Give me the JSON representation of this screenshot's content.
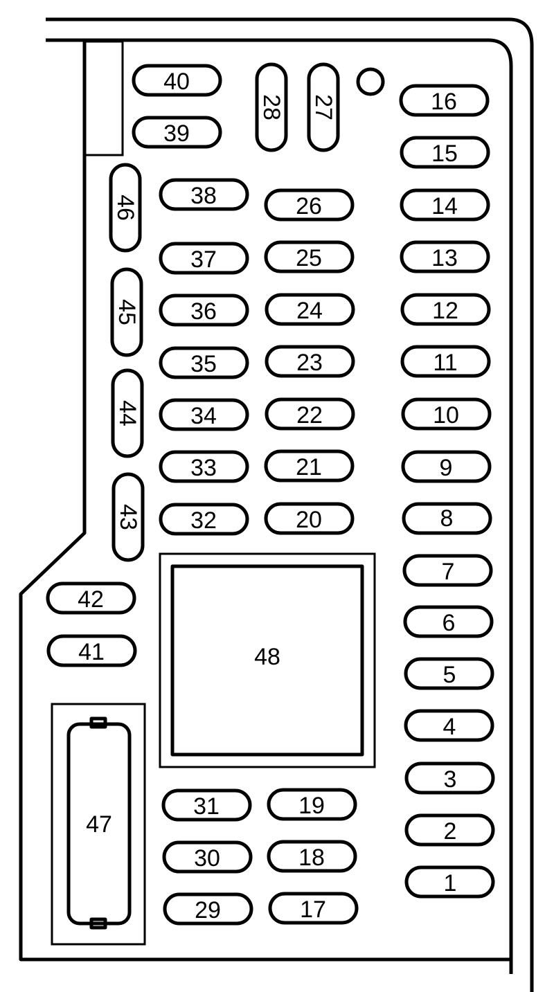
{
  "fuses": {
    "f1": "1",
    "f2": "2",
    "f3": "3",
    "f4": "4",
    "f5": "5",
    "f6": "6",
    "f7": "7",
    "f8": "8",
    "f9": "9",
    "f10": "10",
    "f11": "11",
    "f12": "12",
    "f13": "13",
    "f14": "14",
    "f15": "15",
    "f16": "16",
    "f17": "17",
    "f18": "18",
    "f19": "19",
    "f20": "20",
    "f21": "21",
    "f22": "22",
    "f23": "23",
    "f24": "24",
    "f25": "25",
    "f26": "26",
    "f27": "27",
    "f28": "28",
    "f29": "29",
    "f30": "30",
    "f31": "31",
    "f32": "32",
    "f33": "33",
    "f34": "34",
    "f35": "35",
    "f36": "36",
    "f37": "37",
    "f38": "38",
    "f39": "39",
    "f40": "40",
    "f41": "41",
    "f42": "42",
    "f43": "43",
    "f44": "44",
    "f45": "45",
    "f46": "46"
  },
  "relays": {
    "r47": "47",
    "r48": "48"
  }
}
